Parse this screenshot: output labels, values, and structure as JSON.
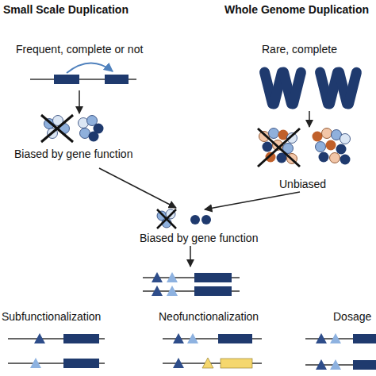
{
  "diagram": {
    "labels": [
      "Small Scale Duplication",
      "Whole Genome Duplication",
      "Frequent, complete or not",
      "Rare, complete",
      "Biased by gene function",
      "Unbiased",
      "Biased by gene function",
      "Subfunctionalization",
      "Neofunctionalization",
      "Dosage"
    ]
  }
}
